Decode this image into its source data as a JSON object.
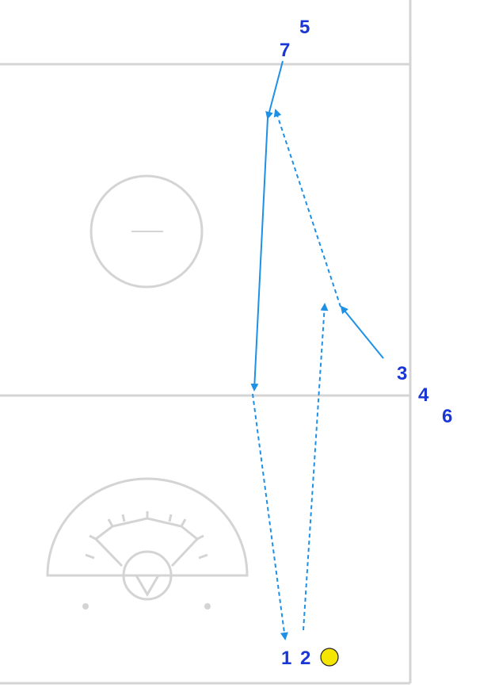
{
  "colors": {
    "field_lines": "#d4d4d4",
    "label": "#1a37d6",
    "arrow": "#1e90e6",
    "ball_fill": "#f5e600",
    "ball_stroke": "#222222"
  },
  "players": {
    "p1": "1",
    "p2": "2",
    "p3": "3",
    "p4": "4",
    "p5": "5",
    "p6": "6",
    "p7": "7"
  },
  "ball_holder": "2"
}
